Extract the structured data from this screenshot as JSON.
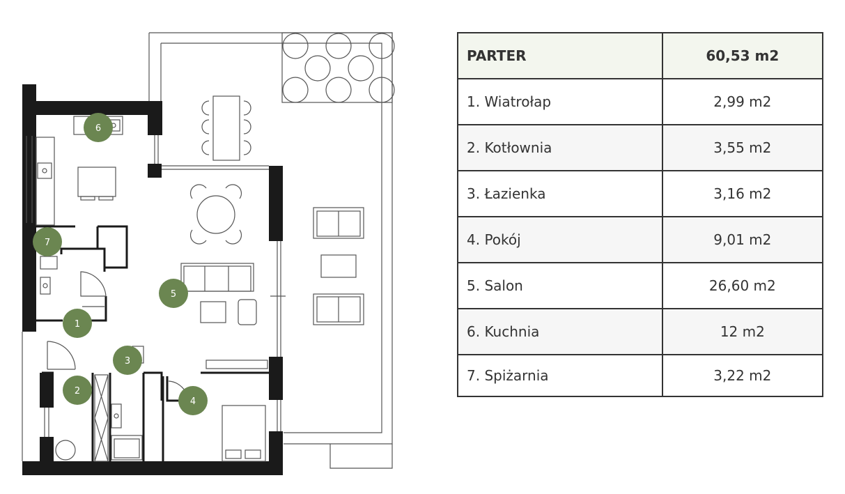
{
  "markers": [
    {
      "label": "1"
    },
    {
      "label": "2"
    },
    {
      "label": "3"
    },
    {
      "label": "4"
    },
    {
      "label": "5"
    },
    {
      "label": "6"
    },
    {
      "label": "7"
    }
  ],
  "table": {
    "header": {
      "name": "PARTER",
      "area": "60,53 m2"
    },
    "rows": [
      {
        "name": "1. Wiatrołap",
        "area": "2,99 m2"
      },
      {
        "name": "2. Kotłownia",
        "area": "3,55 m2"
      },
      {
        "name": "3. Łazienka",
        "area": "3,16 m2"
      },
      {
        "name": "4. Pokój",
        "area": "9,01 m2"
      },
      {
        "name": "5. Salon",
        "area": "26,60 m2"
      },
      {
        "name": "6. Kuchnia",
        "area": "12 m2"
      },
      {
        "name": "7. Spiżarnia",
        "area": "3,22 m2"
      }
    ]
  },
  "colors": {
    "wall": "#1a1a1a",
    "marker": "#6b8651",
    "table_header_bg": "#f3f6ee",
    "line": "#333333"
  }
}
